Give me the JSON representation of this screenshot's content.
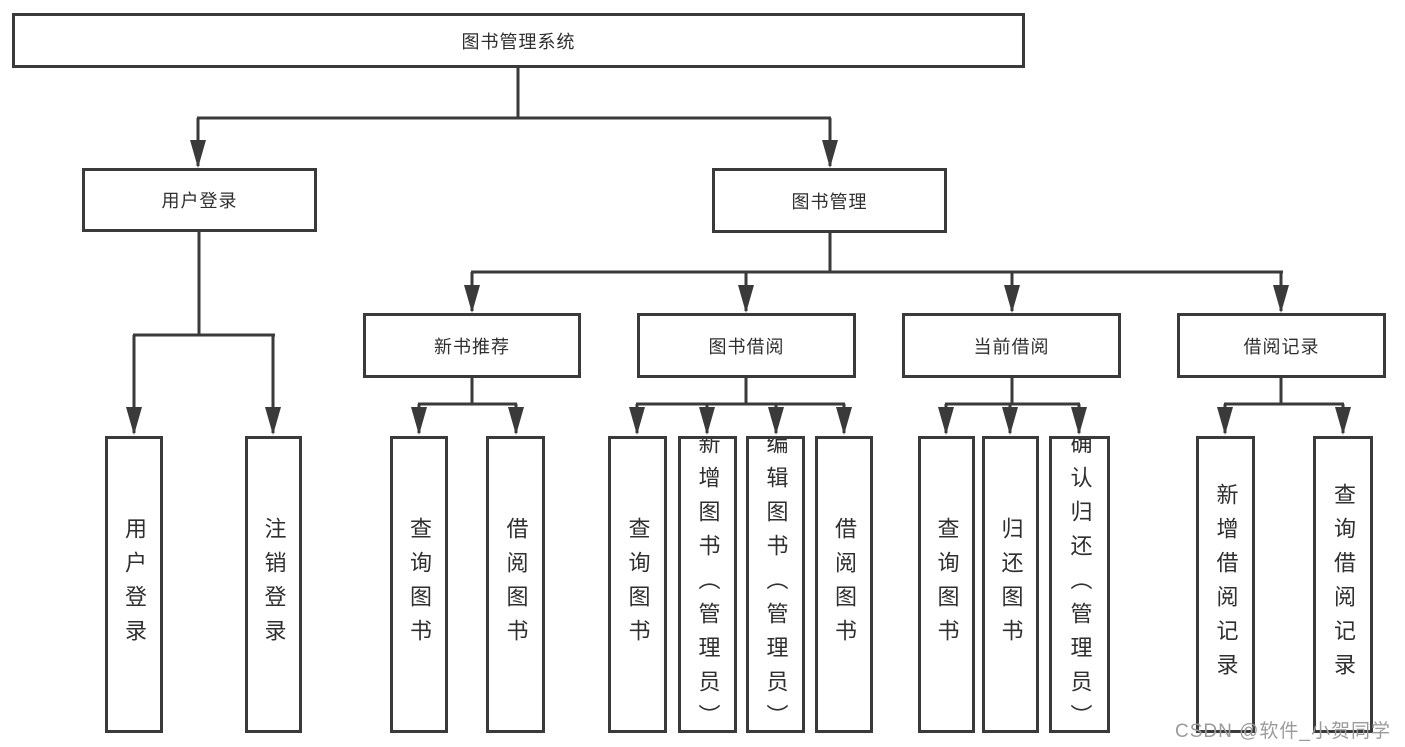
{
  "root": {
    "label": "图书管理系统",
    "children": [
      {
        "label": "用户登录",
        "children": [
          {
            "label": "用户登录"
          },
          {
            "label": "注销登录"
          }
        ]
      },
      {
        "label": "图书管理",
        "children": [
          {
            "label": "新书推荐",
            "children": [
              {
                "label": "查询图书"
              },
              {
                "label": "借阅图书"
              }
            ]
          },
          {
            "label": "图书借阅",
            "children": [
              {
                "label": "查询图书"
              },
              {
                "label": "新增图书（管理员）"
              },
              {
                "label": "编辑图书（管理员）"
              },
              {
                "label": "借阅图书"
              }
            ]
          },
          {
            "label": "当前借阅",
            "children": [
              {
                "label": "查询图书"
              },
              {
                "label": "归还图书"
              },
              {
                "label": "确认归还（管理员）"
              }
            ]
          },
          {
            "label": "借阅记录",
            "children": [
              {
                "label": "新增借阅记录"
              },
              {
                "label": "查询借阅记录"
              }
            ]
          }
        ]
      }
    ]
  },
  "watermark": {
    "text": "CSDN @软件_小贺同学"
  },
  "colors": {
    "line": "#3a3a3a",
    "text": "#2f2f2f",
    "watermark": "#9b9b9b"
  }
}
